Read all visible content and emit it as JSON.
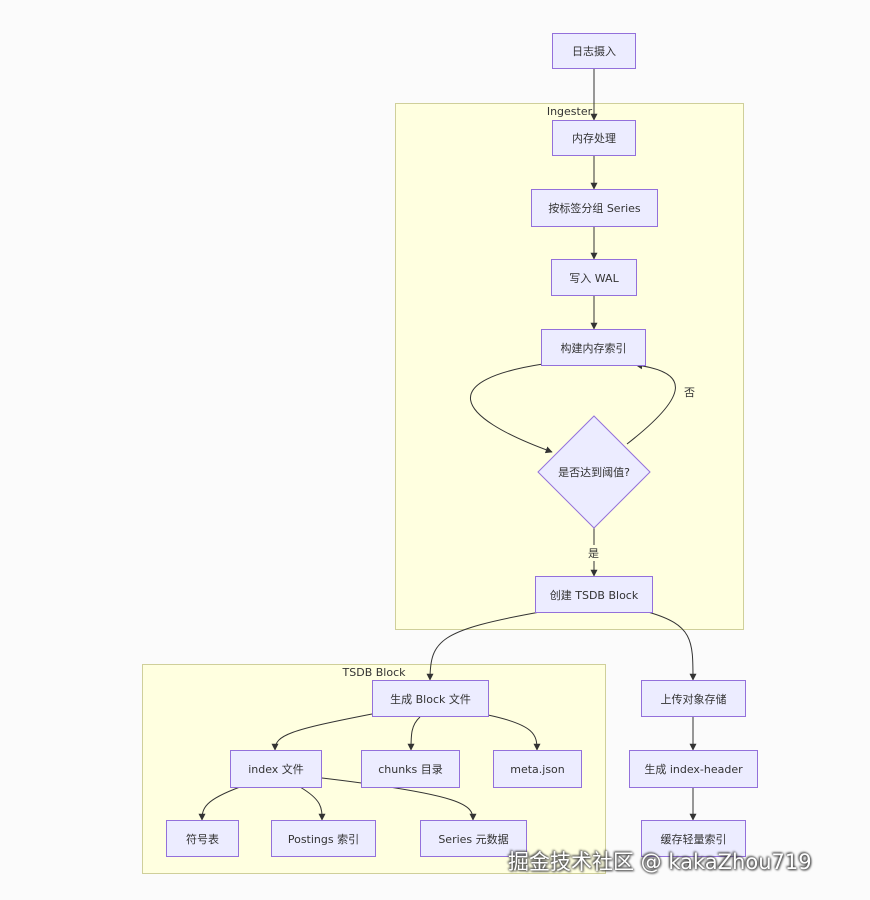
{
  "clusters": {
    "ingester": "Ingester",
    "tsdb_block": "TSDB Block"
  },
  "nodes": {
    "log_ingest": "日志摄入",
    "mem_process": "内存处理",
    "group_series": "按标签分组 Series",
    "write_wal": "写入 WAL",
    "build_index": "构建内存索引",
    "threshold": "是否达到阈值?",
    "create_block": "创建 TSDB Block",
    "gen_block_file": "生成 Block 文件",
    "index_file": "index 文件",
    "chunks_dir": "chunks 目录",
    "meta_json": "meta.json",
    "symbol_table": "符号表",
    "postings_index": "Postings 索引",
    "series_meta": "Series 元数据",
    "upload_storage": "上传对象存储",
    "gen_index_header": "生成 index-header",
    "cache_index": "缓存轻量索引"
  },
  "edge_labels": {
    "no": "否",
    "yes": "是"
  },
  "watermark": "掘金技术社区 @ kakaZhou719",
  "colors": {
    "node_fill": "#ececff",
    "node_border": "#9370db",
    "cluster_fill": "#ffffe0",
    "cluster_border": "#cfcf9a",
    "edge": "#333333"
  }
}
